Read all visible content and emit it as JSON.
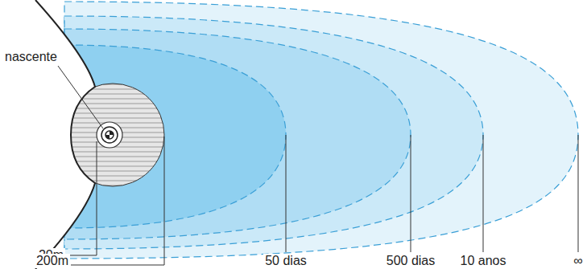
{
  "diagram": {
    "labels": [
      "nascente",
      "20m",
      "200m",
      "50 dias",
      "500 dias",
      "10 anos",
      "∞"
    ]
  }
}
